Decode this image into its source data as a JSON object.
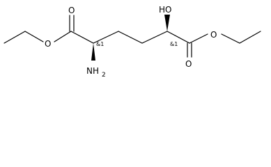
{
  "molecule": {
    "atoms": {
      "ester_oxygen_left": "O",
      "carbonyl_oxygen_left": "O",
      "hydroxyl": "HO",
      "amine_n": "NH",
      "amine_sub": "2",
      "ester_oxygen_right": "O",
      "carbonyl_oxygen_right": "O"
    },
    "stereo": {
      "left_center": "&1",
      "right_center": "&1"
    }
  }
}
